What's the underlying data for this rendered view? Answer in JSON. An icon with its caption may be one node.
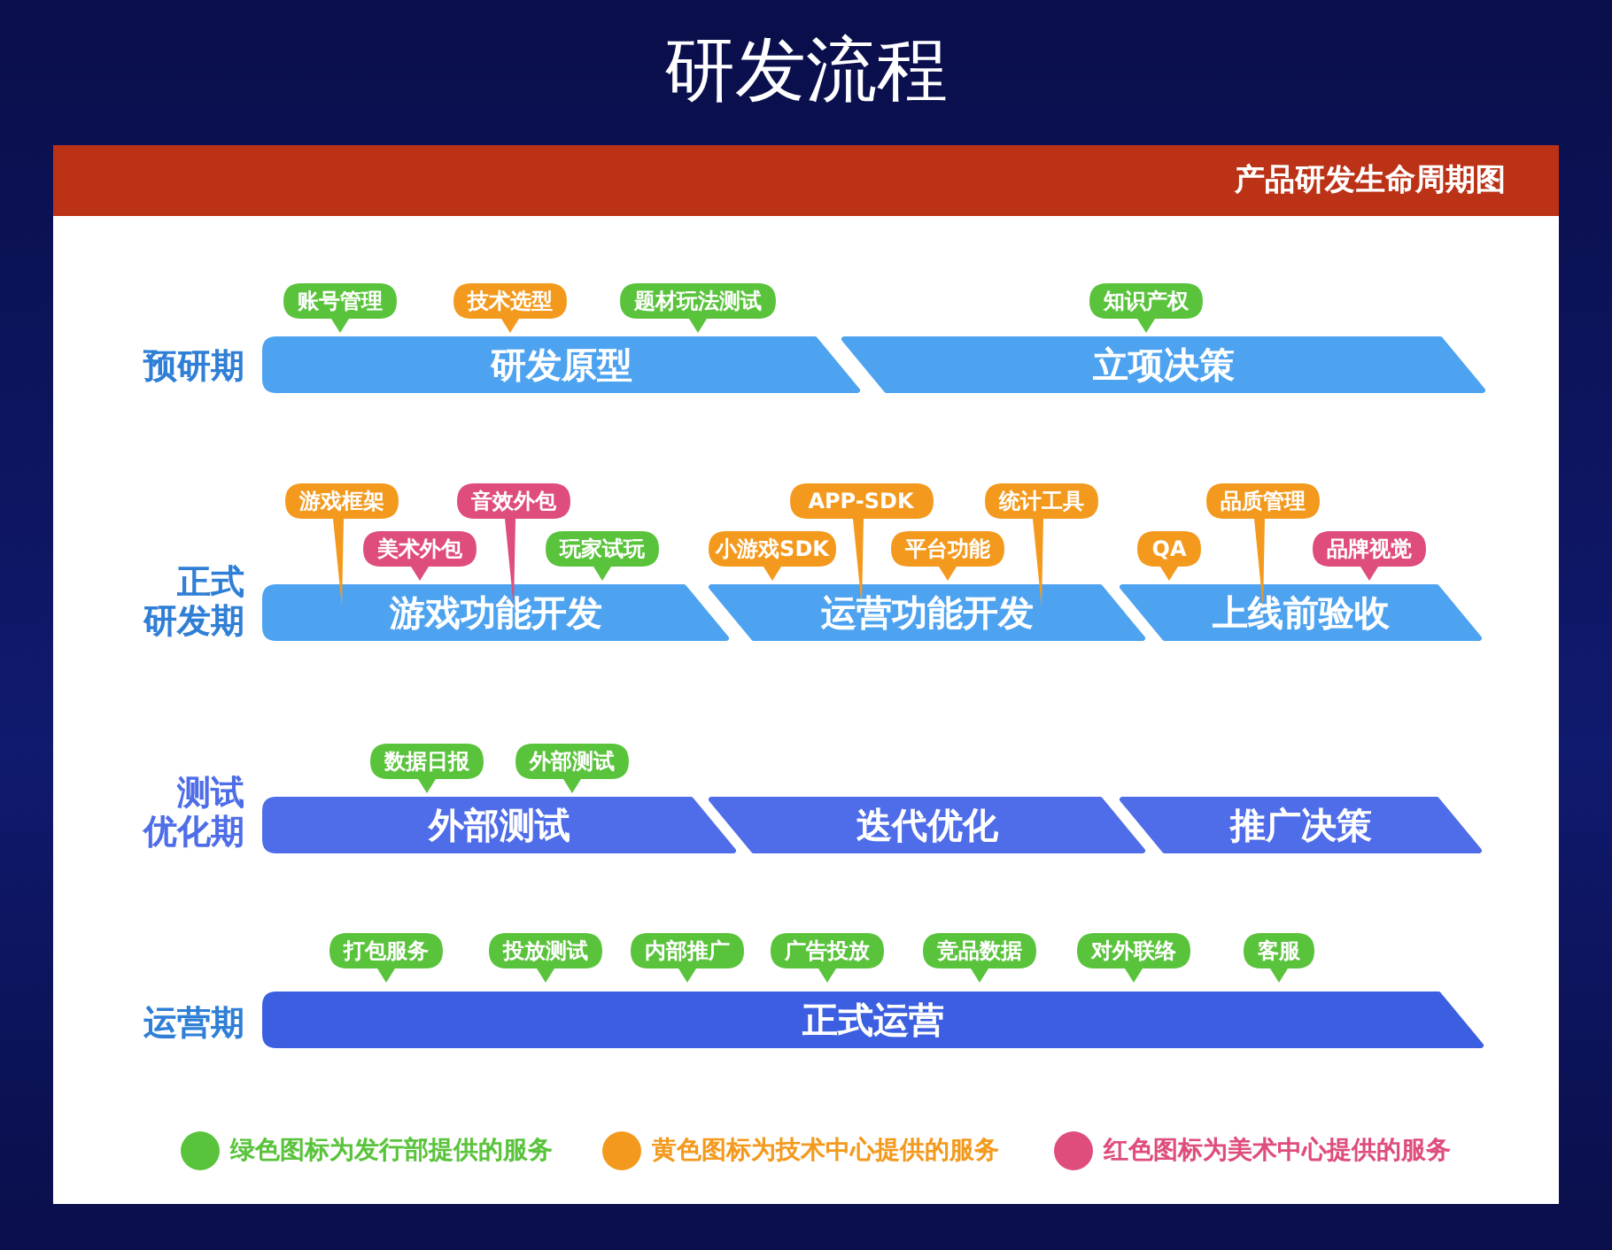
{
  "diagram": {
    "title": "研发流程",
    "nodes": [
      {
        "text": [
          "研发原型"
        ]
      },
      {
        "text": [
          "立项决策"
        ]
      },
      {
        "text": [
          "游戏功能开发"
        ]
      },
      {
        "text": [
          "运营功能开发"
        ]
      },
      {
        "text": [
          "上线前验收"
        ]
      },
      {
        "text": [
          "外部测试"
        ]
      },
      {
        "text": [
          "迭代优化"
        ]
      },
      {
        "text": [
          "推广决策"
        ]
      },
      {
        "text": [
          "正式运营"
        ]
      },
      {
        "text": [
          "账号管理"
        ]
      },
      {
        "text": [
          "技术选型"
        ]
      },
      {
        "text": [
          "题材玩法测试"
        ]
      },
      {
        "text": [
          "知识产权"
        ]
      },
      {
        "text": [
          "游戏框架"
        ]
      },
      {
        "text": [
          "美术外包"
        ]
      },
      {
        "text": [
          "音效外包"
        ]
      },
      {
        "text": [
          "玩家试玩"
        ]
      },
      {
        "text": [
          "小游戏SDK"
        ]
      },
      {
        "text": [
          "APP-SDK"
        ]
      },
      {
        "text": [
          "平台功能"
        ]
      },
      {
        "text": [
          "统计工具"
        ]
      },
      {
        "text": [
          "QA"
        ]
      },
      {
        "text": [
          "品质管理"
        ]
      },
      {
        "text": [
          "品牌视觉"
        ]
      },
      {
        "text": [
          "数据日报"
        ]
      },
      {
        "text": [
          "外部测试"
        ]
      },
      {
        "text": [
          "打包服务"
        ]
      },
      {
        "text": [
          "投放测试"
        ]
      },
      {
        "text": [
          "内部推广"
        ]
      },
      {
        "text": [
          "广告投放"
        ]
      },
      {
        "text": [
          "竞品数据"
        ]
      },
      {
        "text": [
          "对外联络"
        ]
      },
      {
        "text": [
          "客服"
        ]
      }
    ],
    "labels": [
      "产品研发生命周期图",
      "预研期",
      "正式研发期",
      "测试优化期",
      "运营期"
    ],
    "legend": [
      {
        "text": "绿色图标为发行部提供的服务",
        "color": "#5ac33c"
      },
      {
        "text": "黄色图标为技术中心提供的服务",
        "color": "#f39a1e"
      },
      {
        "text": "红色图标为美术中心提供的服务",
        "color": "#de4d7b"
      }
    ]
  }
}
